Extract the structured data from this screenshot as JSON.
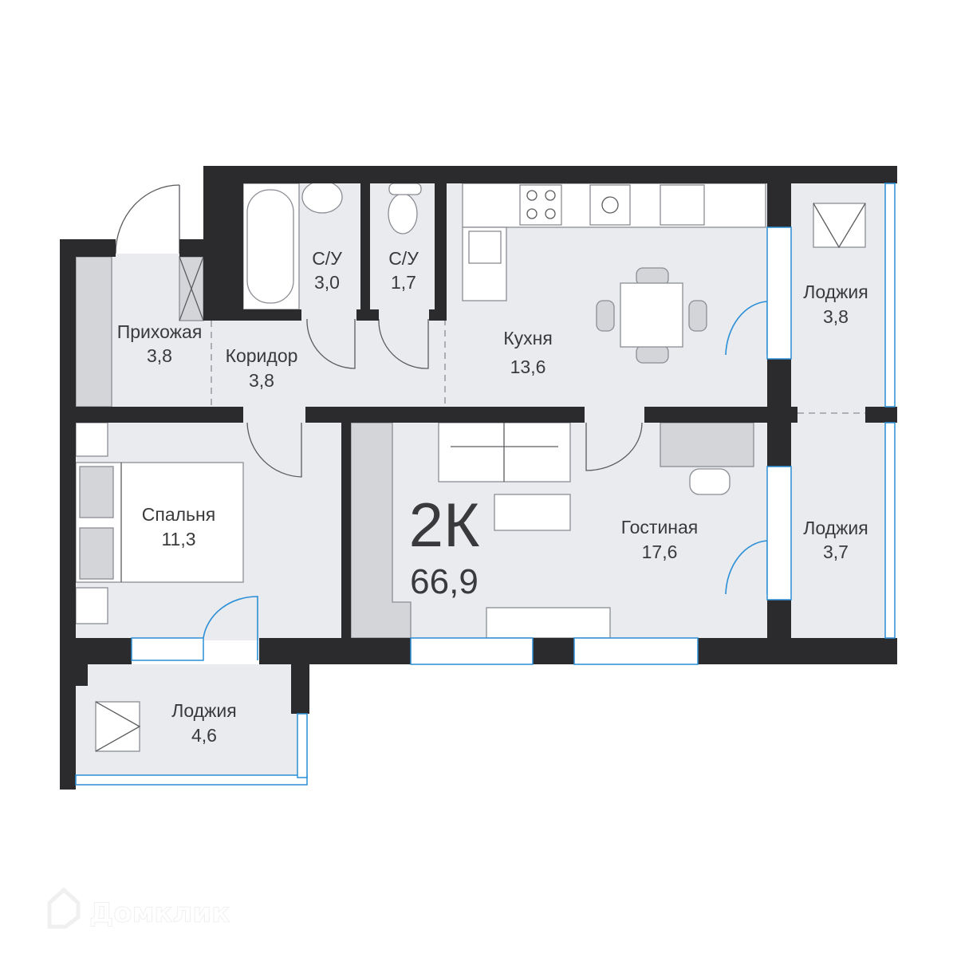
{
  "plan": {
    "type_label": "2К",
    "total_area": "66,9",
    "rooms": [
      {
        "name": "Прихожая",
        "area": "3,8"
      },
      {
        "name": "Коридор",
        "area": "3,8"
      },
      {
        "name": "С/У",
        "area": "3,0"
      },
      {
        "name": "С/У",
        "area": "1,7"
      },
      {
        "name": "Кухня",
        "area": "13,6"
      },
      {
        "name": "Лоджия",
        "area": "3,8"
      },
      {
        "name": "Спальня",
        "area": "11,3"
      },
      {
        "name": "Гостиная",
        "area": "17,6"
      },
      {
        "name": "Лоджия",
        "area": "3,7"
      },
      {
        "name": "Лоджия",
        "area": "4,6"
      }
    ]
  },
  "watermark": {
    "text": "Домклик",
    "icon": "house-logo-icon"
  },
  "colors": {
    "wall": "#2b2b2d",
    "floor": "#e9ebef",
    "window": "#2a8fd6",
    "text": "#3a3a3c"
  }
}
